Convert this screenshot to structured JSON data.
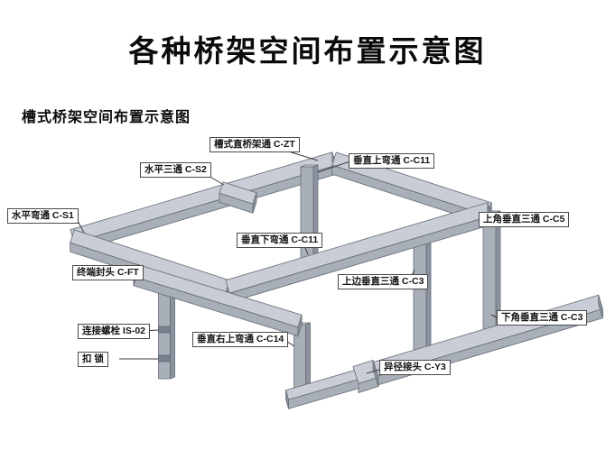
{
  "header": {
    "title": "各种桥架空间布置示意图",
    "subtitle": "槽式桥架空间布置示意图"
  },
  "labels": [
    {
      "id": "c-zt",
      "text": "槽式直桥架通 C-ZT"
    },
    {
      "id": "c-s2",
      "text": "水平三通 C-S2"
    },
    {
      "id": "c-c11-up",
      "text": "垂直上弯通 C-C11"
    },
    {
      "id": "c-s1",
      "text": "水平弯通 C-S1"
    },
    {
      "id": "c-c11-down",
      "text": "垂直下弯通 C-C11"
    },
    {
      "id": "c-c5",
      "text": "上角垂直三通 C-C5"
    },
    {
      "id": "c-ft",
      "text": "终端封头 C-FT"
    },
    {
      "id": "c-c3-top",
      "text": "上边垂直三通 C-C3"
    },
    {
      "id": "is-02",
      "text": "连接螺栓 IS-02"
    },
    {
      "id": "c-c14",
      "text": "垂直右上弯通 C-C14"
    },
    {
      "id": "c-c3-bottom",
      "text": "下角垂直三通 C-C3"
    },
    {
      "id": "kousuo",
      "text": "扣  锁"
    },
    {
      "id": "c-y3",
      "text": "异径接头 C-Y3"
    }
  ],
  "colors": {
    "tray_top": "#c9ced6",
    "tray_front": "#a8afb9",
    "tray_side": "#8b93a0",
    "outline": "#646a73",
    "leader_line": "#3a3a3a"
  }
}
